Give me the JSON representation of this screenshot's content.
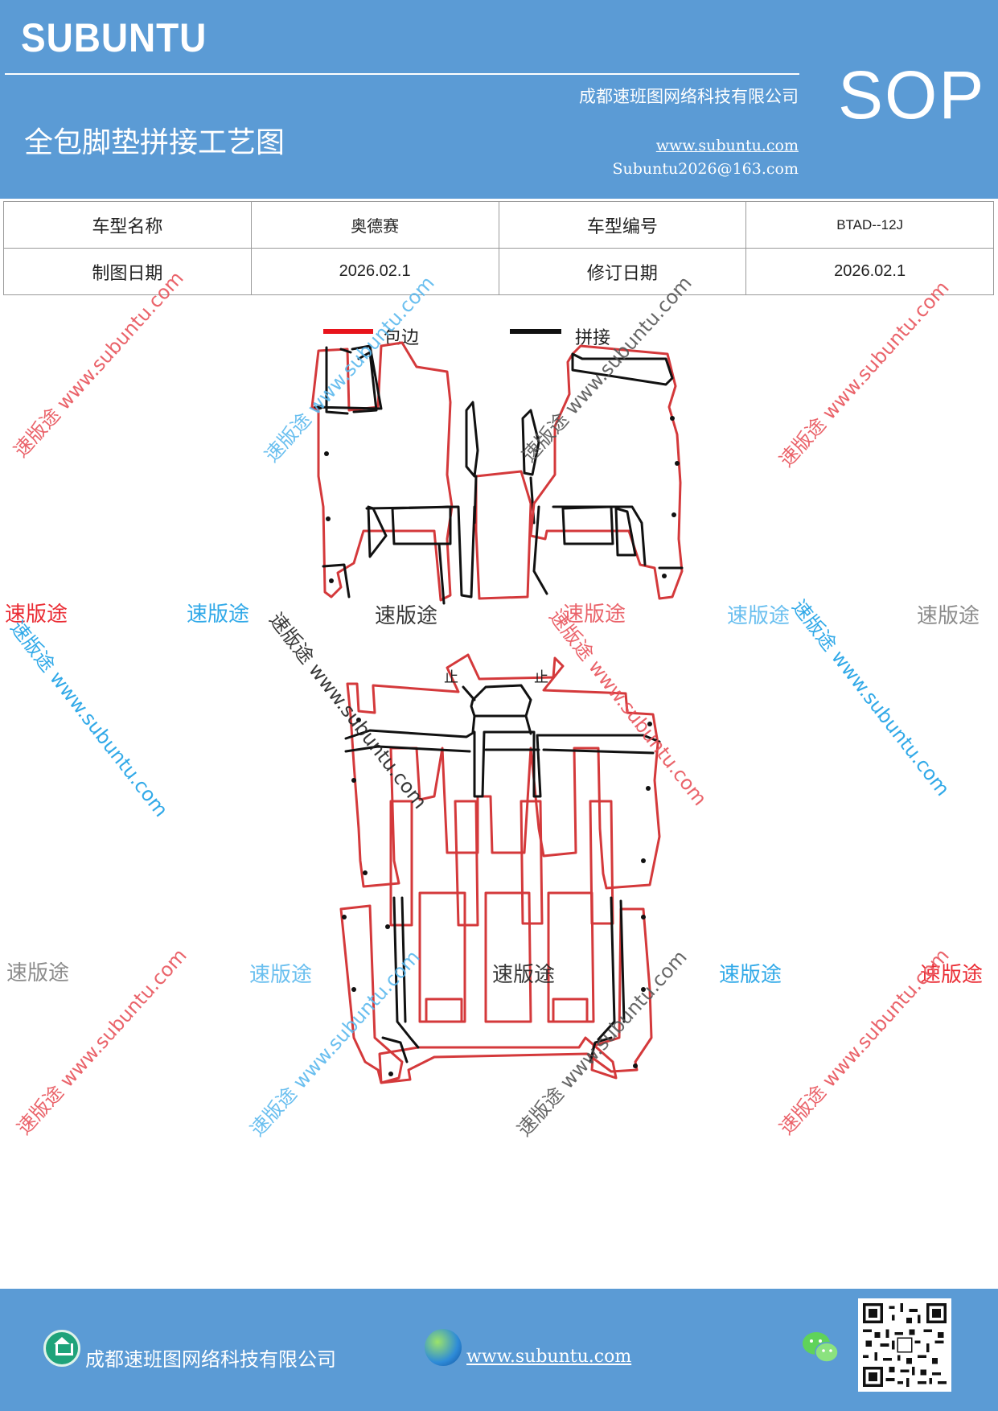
{
  "header": {
    "brand": "SUBUNTU",
    "company": "成都速班图网络科技有限公司",
    "title": "全包脚垫拼接工艺图",
    "website": "www.subuntu.com",
    "email": "Subuntu2026@163.com",
    "badge": "SOP"
  },
  "info_table": {
    "model_name_label": "车型名称",
    "model_name_value": "奥德赛",
    "model_code_label": "车型编号",
    "model_code_value": "BTAD--12J",
    "draw_date_label": "制图日期",
    "draw_date_value": "2026.02.1",
    "revise_date_label": "修订日期",
    "revise_date_value": "2026.02.1"
  },
  "legend": {
    "hem_label": "包边",
    "hem_color": "#e8141c",
    "splice_label": "拼接",
    "splice_color": "#111111"
  },
  "diagram": {
    "outline_color": "#d4393b",
    "stop_mark": "止"
  },
  "watermark": {
    "brand_text": "速版途",
    "diagonal_text": "速版途 www.subuntu.com",
    "colors": [
      "#e8141c",
      "#1aa0e6",
      "#222222",
      "#e8525a",
      "#5ab8ee",
      "#7f7f7f"
    ]
  },
  "footer": {
    "company": "成都速班图网络科技有限公司",
    "website": "www.subuntu.com",
    "icons": [
      "home-icon",
      "globe-icon",
      "wechat-icon",
      "qr-code"
    ]
  }
}
